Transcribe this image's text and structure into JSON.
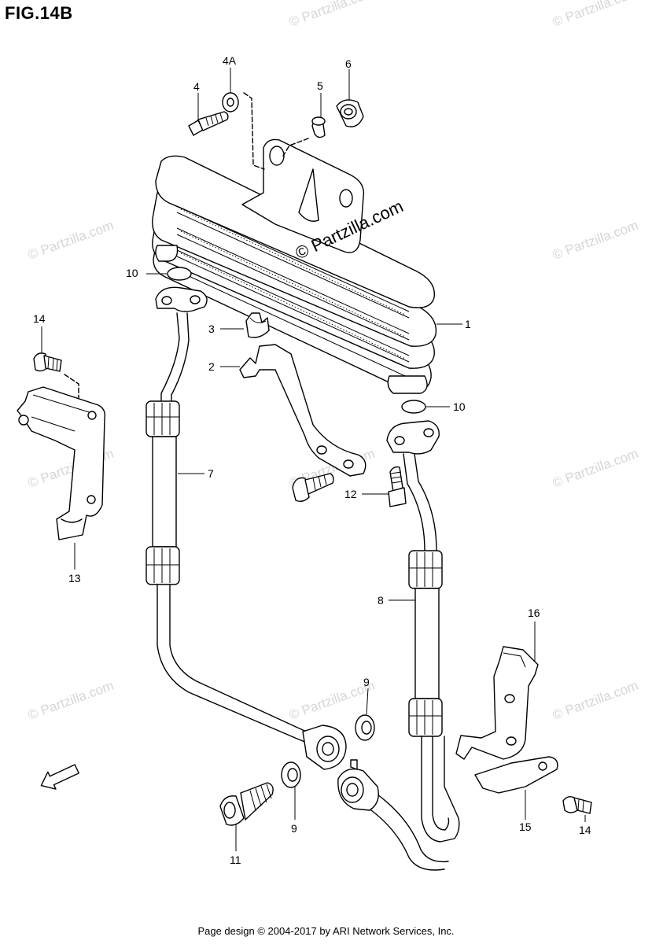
{
  "figure": {
    "title": "FIG.14B"
  },
  "footer": {
    "text": "Page design © 2004-2017 by ARI Network Services, Inc."
  },
  "watermark": {
    "text": "© Partzilla.com",
    "color": "#d6d6d6"
  },
  "labels": {
    "p1": "1",
    "p2": "2",
    "p3": "3",
    "p4": "4",
    "p4a": "4A",
    "p5": "5",
    "p6": "6",
    "p7": "7",
    "p8": "8",
    "p9a": "9",
    "p9b": "9",
    "p10a": "10",
    "p10b": "10",
    "p11": "11",
    "p12": "12",
    "p13": "13",
    "p14a": "14",
    "p14b": "14",
    "p15": "15",
    "p16": "16"
  },
  "fwd_arrow": {
    "text": "FWD"
  }
}
